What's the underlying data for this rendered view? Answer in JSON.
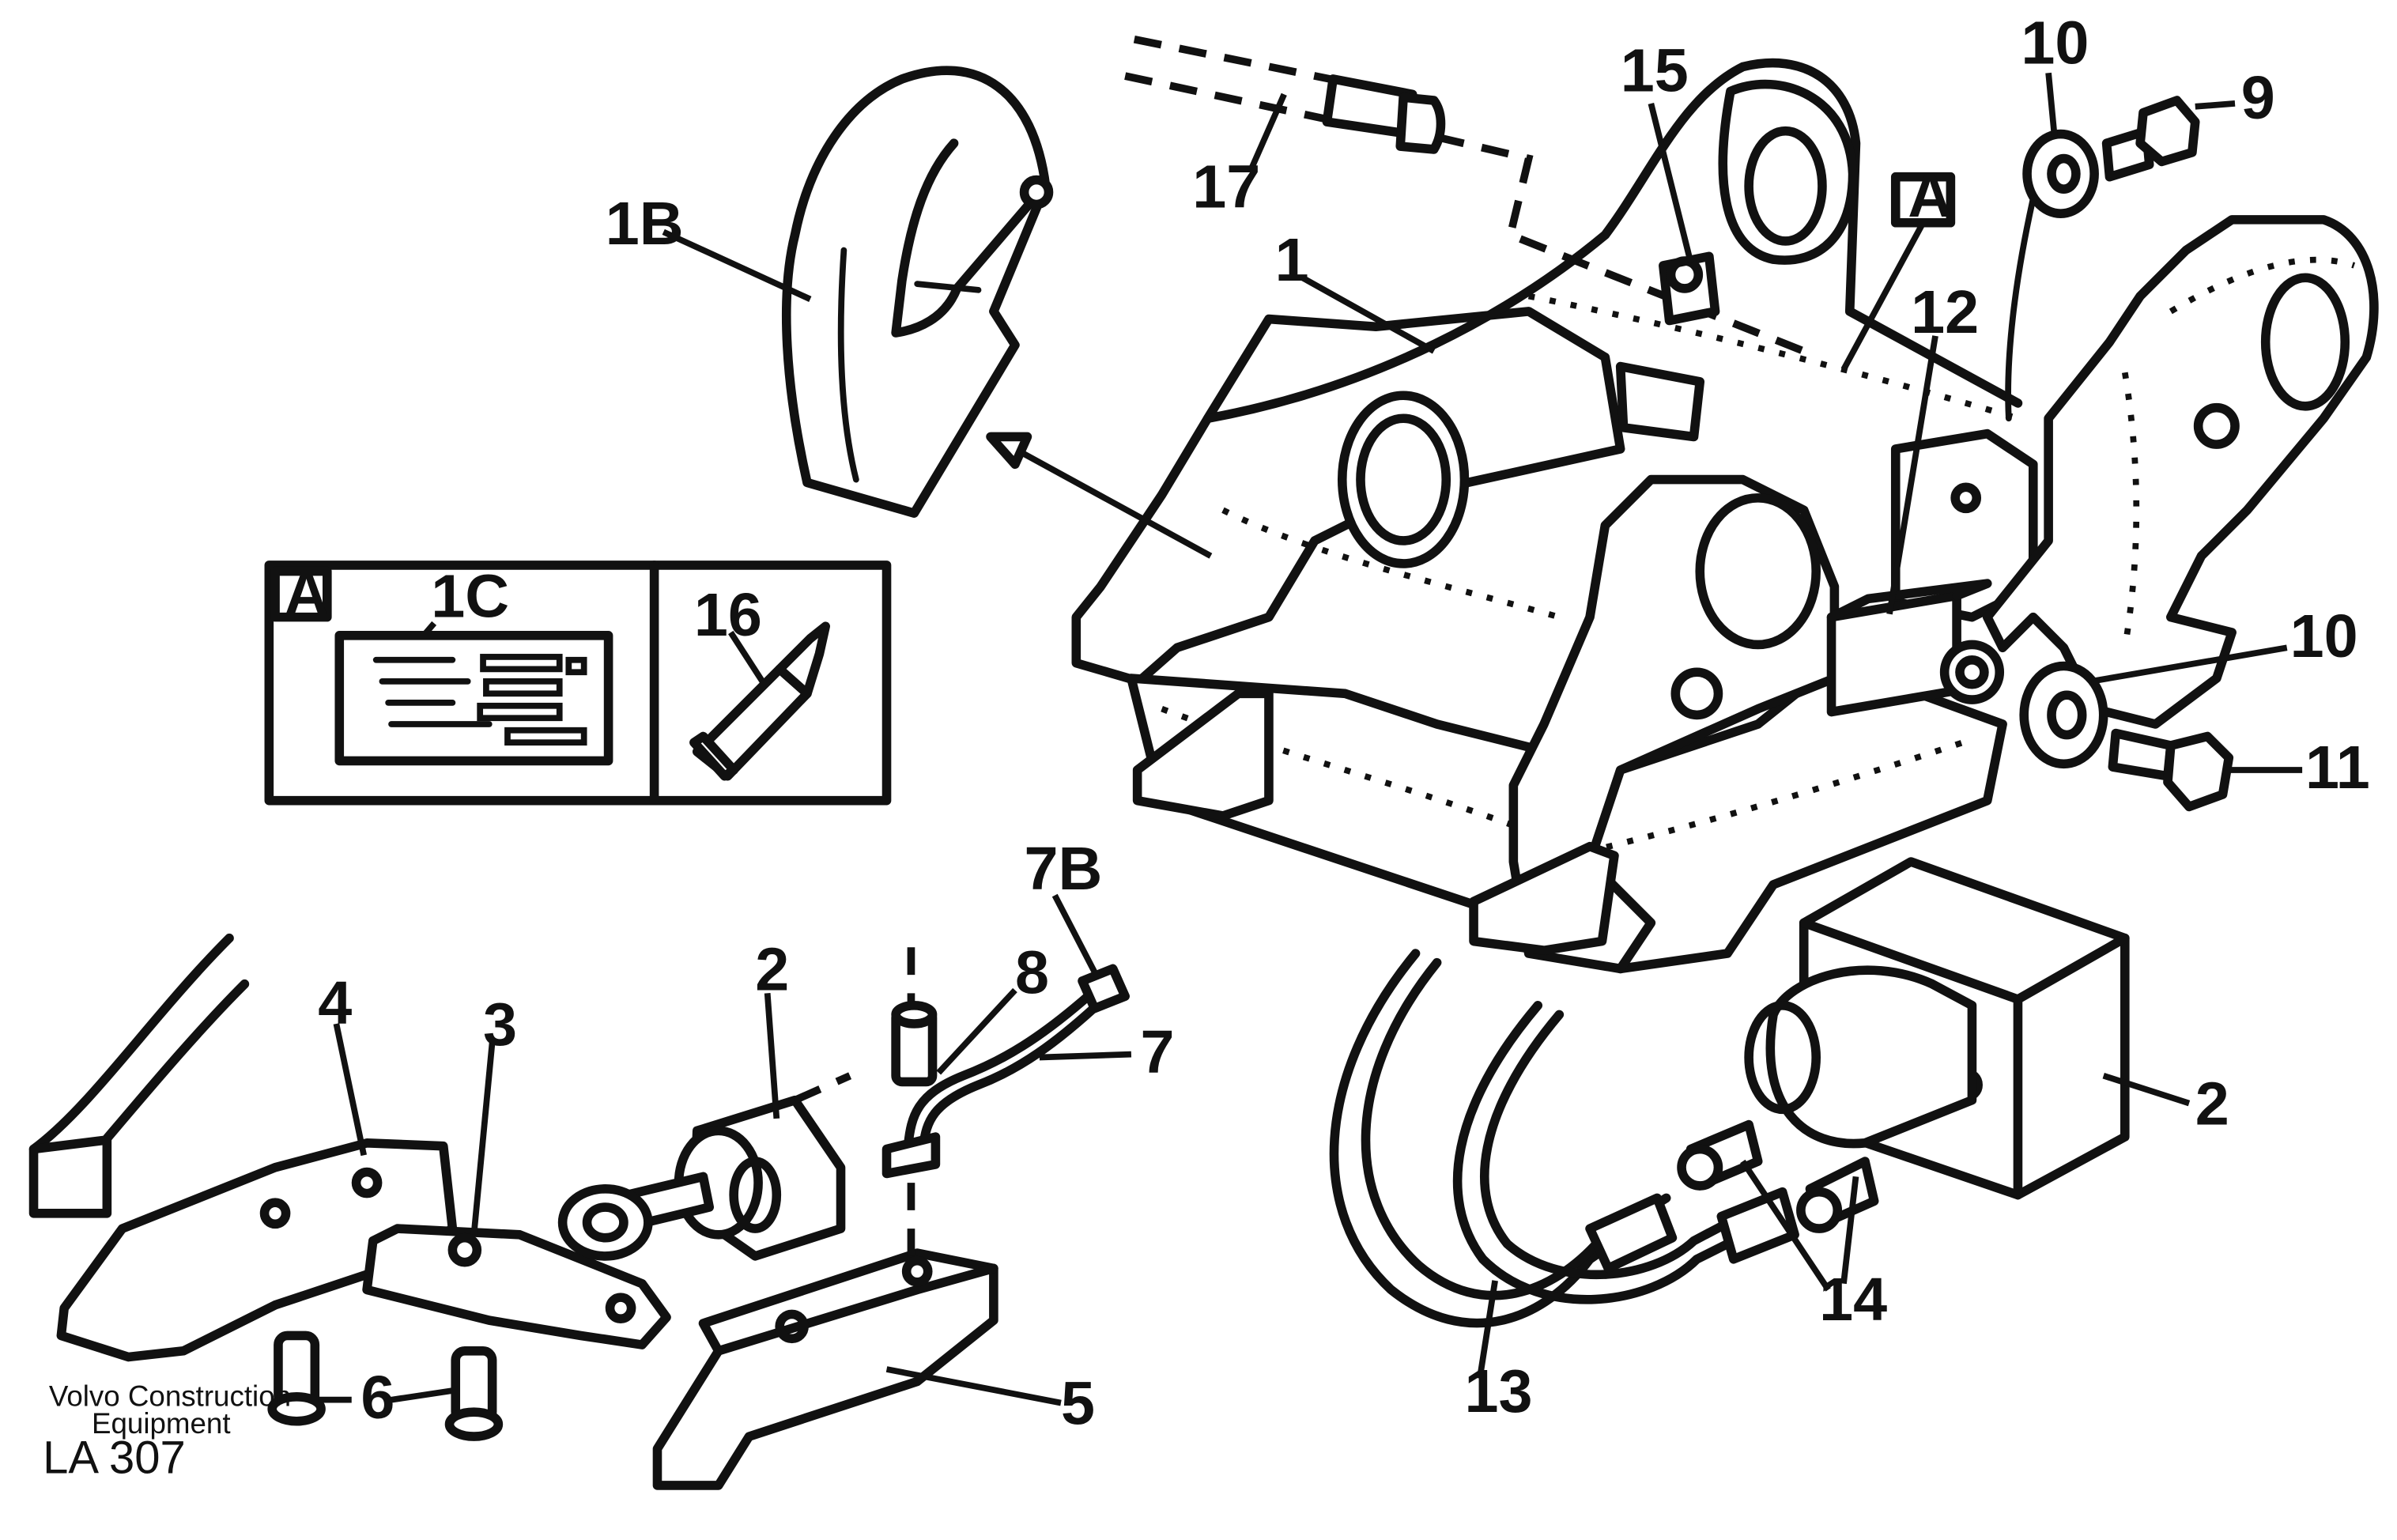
{
  "callouts": {
    "c1": "1",
    "c1b": "1B",
    "c1c": "1C",
    "c2a": "2",
    "c2b": "2",
    "c3": "3",
    "c4": "4",
    "c5": "5",
    "c6": "6",
    "c7": "7",
    "c7b": "7B",
    "c8": "8",
    "c9": "9",
    "c10a": "10",
    "c10b": "10",
    "c11": "11",
    "c12": "12",
    "c13": "13",
    "c14": "14",
    "c15": "15",
    "c16": "16",
    "c17": "17"
  },
  "section_marker": "A",
  "inset": {
    "marker": "A"
  },
  "footer": {
    "company_line1": "Volvo Construction",
    "company_line2": "Equipment",
    "code": "LA 307"
  }
}
